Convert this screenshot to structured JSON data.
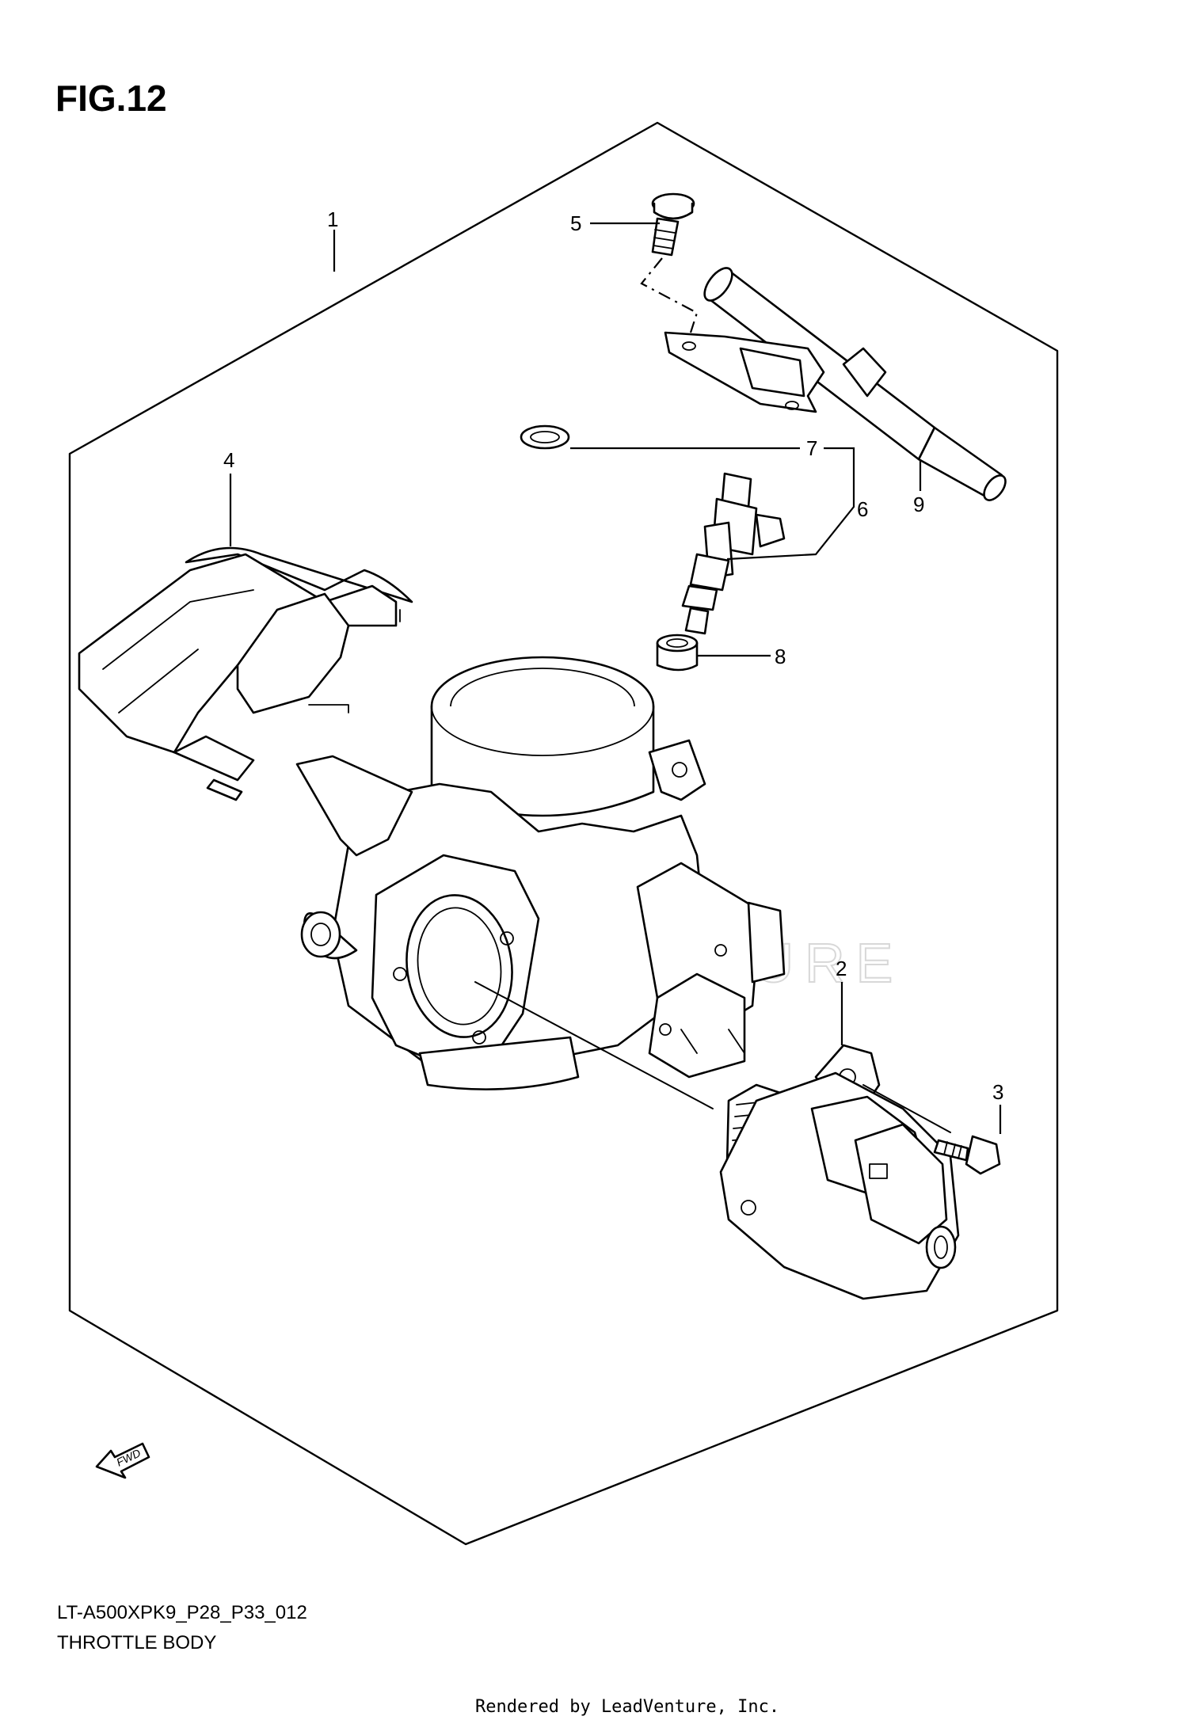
{
  "figure": {
    "title": "FIG.12"
  },
  "callouts": {
    "c1": "1",
    "c2": "2",
    "c3": "3",
    "c4": "4",
    "c5": "5",
    "c6": "6",
    "c7": "7",
    "c8": "8",
    "c9": "9"
  },
  "direction_arrow": {
    "label": "FWD"
  },
  "watermark": {
    "text": "LEADVENTURE"
  },
  "footer": {
    "model_code": "LT-A500XPK9_P28_P33_012",
    "section_title": "THROTTLE BODY"
  },
  "credit": {
    "text": "Rendered by LeadVenture, Inc."
  }
}
